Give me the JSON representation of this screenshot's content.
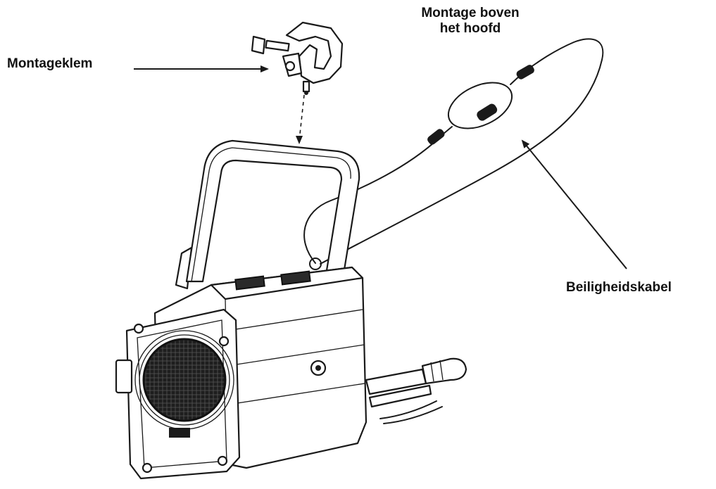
{
  "labels": {
    "clamp": "Montageklem",
    "overhead_line1": "Montage boven",
    "overhead_line2": "het hoofd",
    "safety_cable": "Beiligheidskabel"
  },
  "colors": {
    "ink": "#1a1a1a",
    "background": "#ffffff"
  }
}
